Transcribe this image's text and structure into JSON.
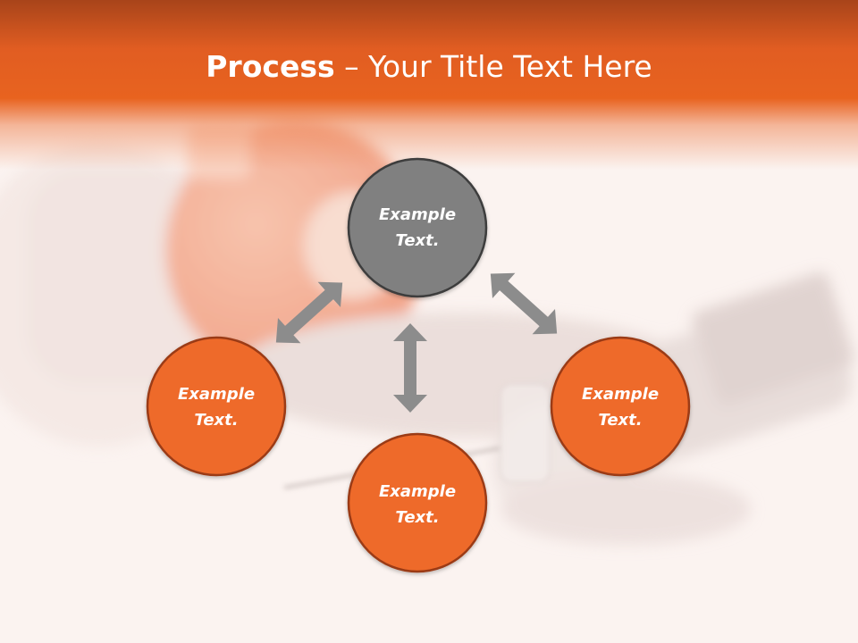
{
  "slide": {
    "title_bold": "Process",
    "title_rest": " – Your Title Text Here"
  },
  "nodes": [
    {
      "id": "top",
      "line1": "Example",
      "line2": "Text.",
      "fill": "#808080",
      "stroke": "#3c3c3c"
    },
    {
      "id": "left",
      "line1": "Example",
      "line2": "Text.",
      "fill": "#ee6a2c",
      "stroke": "#9b3b14"
    },
    {
      "id": "bottom",
      "line1": "Example",
      "line2": "Text.",
      "fill": "#ee6a2c",
      "stroke": "#9b3b14"
    },
    {
      "id": "right",
      "line1": "Example",
      "line2": "Text.",
      "fill": "#ee6a2c",
      "stroke": "#9b3b14"
    }
  ],
  "colors": {
    "header": "#e8631f",
    "arrow": "#8c8c8c",
    "background": "#fbf3f0"
  },
  "arrows": [
    "top-left",
    "top-bottom",
    "top-right"
  ]
}
